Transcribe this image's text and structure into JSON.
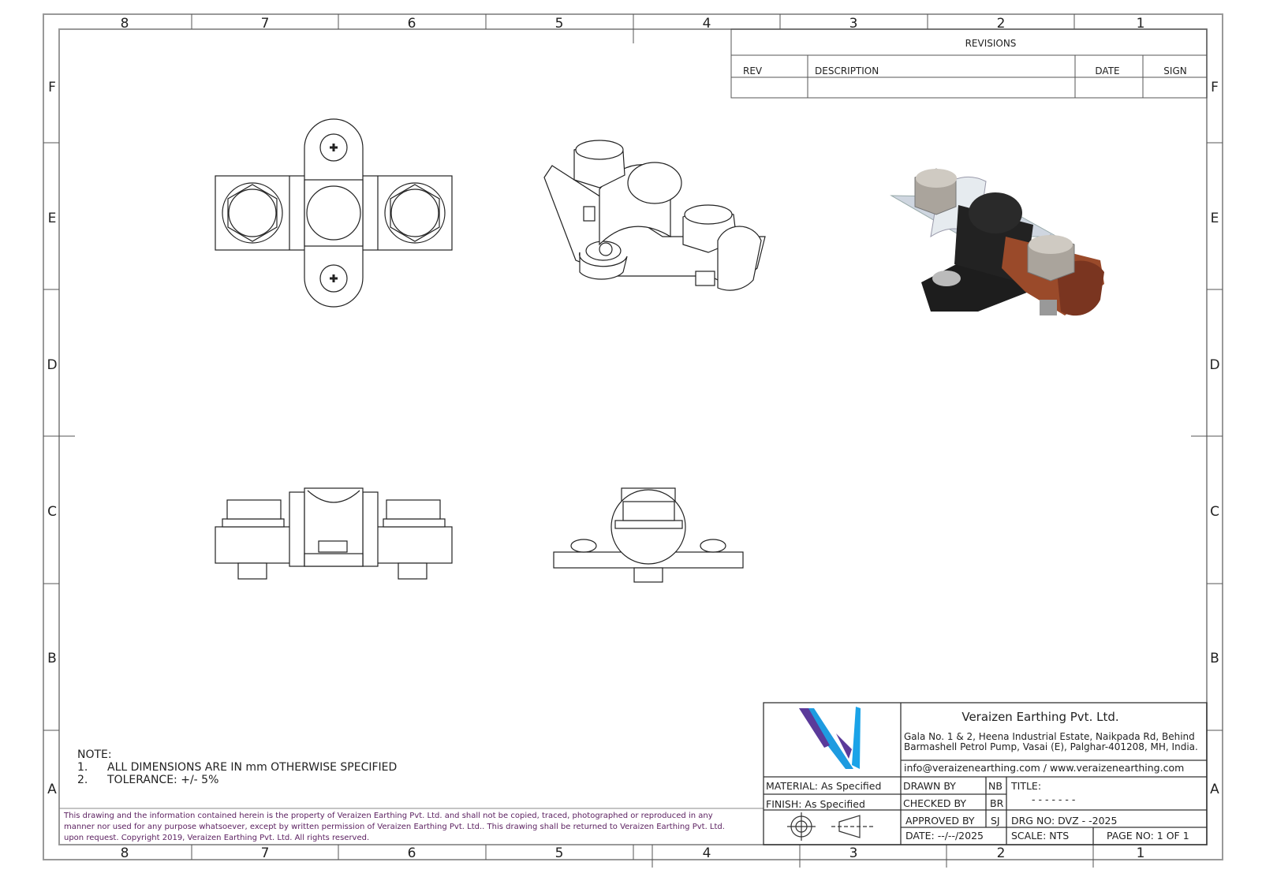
{
  "zones": {
    "columns": [
      "8",
      "7",
      "6",
      "5",
      "4",
      "3",
      "2",
      "1"
    ],
    "rows": [
      "F",
      "E",
      "D",
      "C",
      "B",
      "A"
    ]
  },
  "revisions": {
    "title": "REVISIONS",
    "headers": [
      "REV",
      "DESCRIPTION",
      "DATE",
      "SIGN"
    ]
  },
  "notes": {
    "heading": "NOTE:",
    "items": [
      {
        "num": "1.",
        "text": "ALL DIMENSIONS ARE IN mm OTHERWISE SPECIFIED"
      },
      {
        "num": "2.",
        "text": "TOLERANCE: +/- 5%"
      }
    ]
  },
  "legal": [
    "This drawing and the information contained herein is the property of Veraizen Earthing Pvt. Ltd. and shall not be copied, traced, photographed or reproduced in any",
    "manner nor used for any purpose whatsoever, except by written permission of Veraizen Earthing Pvt. Ltd.. This drawing shall be returned to Veraizen Earthing Pvt. Ltd.",
    "upon request. Copyright 2019, Veraizen Earthing Pvt. Ltd. All rights reserved."
  ],
  "title_block": {
    "company": "Veraizen Earthing Pvt. Ltd.",
    "address": [
      "Gala No. 1 & 2, Heena Industrial Estate, Naikpada Rd, Behind",
      "Barmashell Petrol Pump, Vasai (E), Palghar-401208, MH, India."
    ],
    "contact": "info@veraizenearthing.com / www.veraizenearthing.com",
    "material": "MATERIAL: As Specified",
    "finish": "FINISH: As Specified",
    "drawn_by": {
      "label": "DRAWN BY",
      "value": "NB"
    },
    "checked_by": {
      "label": "CHECKED BY",
      "value": "BR"
    },
    "approved_by": {
      "label": "APPROVED BY",
      "value": "SJ"
    },
    "title_label": "TITLE:",
    "title_value": "- - - - - - -",
    "drg_no": "DRG NO:   DVZ - -2025",
    "date": "DATE:  --/--/2025",
    "scale": "SCALE: NTS",
    "page_no": "PAGE NO: 1 OF 1"
  },
  "colors": {
    "logo_blue": "#1e9be0",
    "logo_purple": "#5b3a9a",
    "legal_text": "#5a1f5f",
    "copper": "#9a4a2a"
  }
}
